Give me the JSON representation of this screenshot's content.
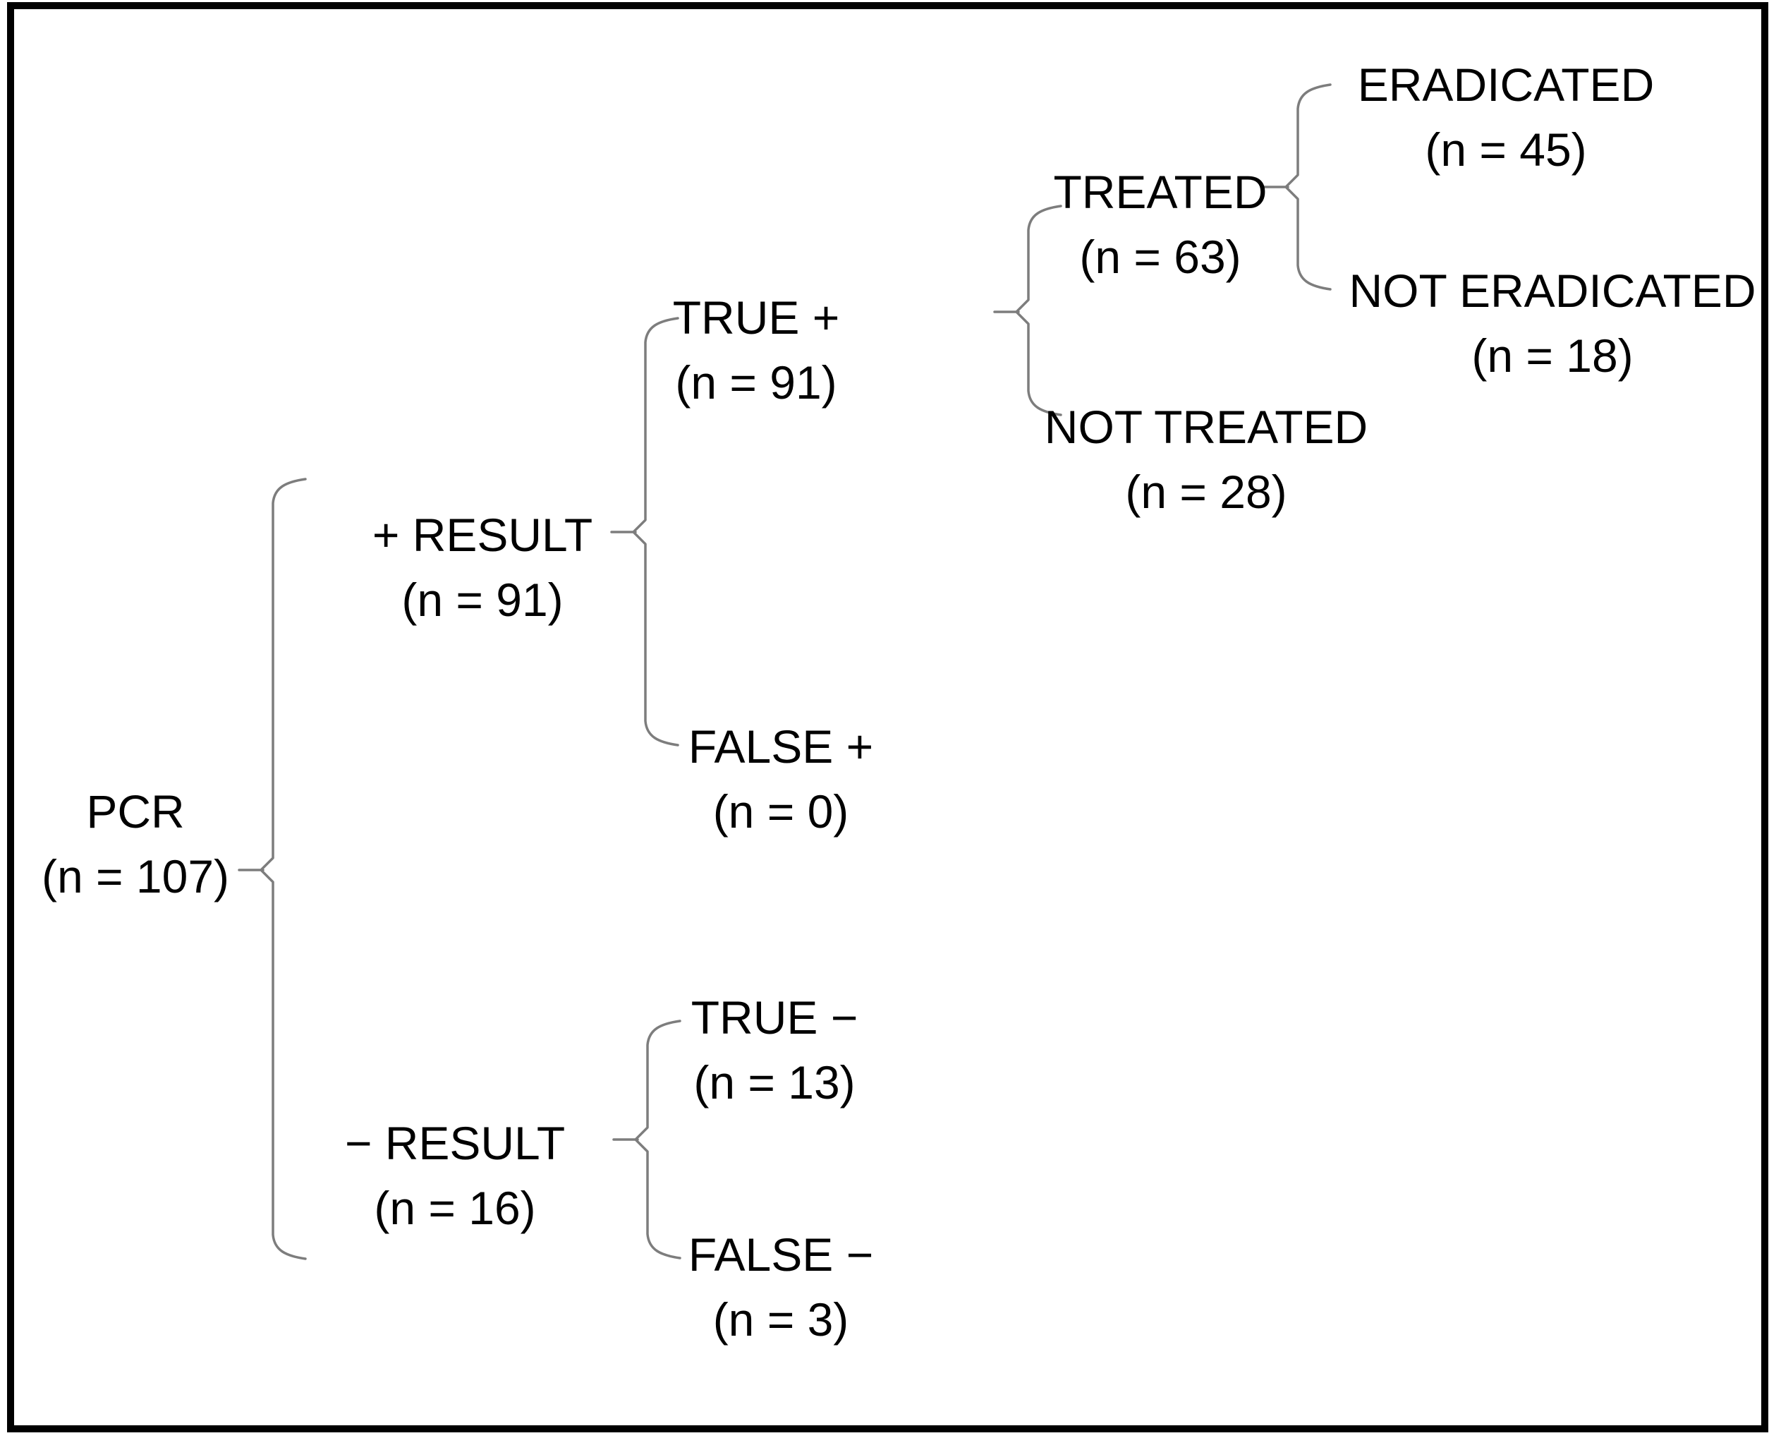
{
  "figure": {
    "type": "flow-tree",
    "description": "PCR test result flow diagram with treatment and eradication outcomes"
  },
  "colors": {
    "background": "#ffffff",
    "text": "#000000",
    "brace": "#7d7d7d",
    "frame": "#000000"
  },
  "nodes": {
    "pcr": {
      "label": "PCR",
      "count": "(n = 107)"
    },
    "pos_result": {
      "label": "+ RESULT",
      "count": "(n = 91)"
    },
    "neg_result": {
      "label": "− RESULT",
      "count": "(n = 16)"
    },
    "true_pos": {
      "label": "TRUE +",
      "count": "(n = 91)"
    },
    "false_pos": {
      "label": "FALSE +",
      "count": "(n = 0)"
    },
    "true_neg": {
      "label": "TRUE −",
      "count": "(n = 13)"
    },
    "false_neg": {
      "label": "FALSE −",
      "count": "(n = 3)"
    },
    "treated": {
      "label": "TREATED",
      "count": "(n = 63)"
    },
    "not_treated": {
      "label": "NOT TREATED",
      "count": "(n = 28)"
    },
    "eradicated": {
      "label": "ERADICATED",
      "count": "(n = 45)"
    },
    "not_eradicated": {
      "label": "NOT ERADICATED",
      "count": "(n = 18)"
    }
  },
  "tree": {
    "label": "PCR",
    "n": 107,
    "children": [
      {
        "label": "+ RESULT",
        "n": 91,
        "children": [
          {
            "label": "TRUE +",
            "n": 91,
            "children": [
              {
                "label": "TREATED",
                "n": 63,
                "children": [
                  {
                    "label": "ERADICATED",
                    "n": 45
                  },
                  {
                    "label": "NOT ERADICATED",
                    "n": 18
                  }
                ]
              },
              {
                "label": "NOT TREATED",
                "n": 28
              }
            ]
          },
          {
            "label": "FALSE +",
            "n": 0
          }
        ]
      },
      {
        "label": "− RESULT",
        "n": 16,
        "children": [
          {
            "label": "TRUE −",
            "n": 13
          },
          {
            "label": "FALSE −",
            "n": 3
          }
        ]
      }
    ]
  }
}
